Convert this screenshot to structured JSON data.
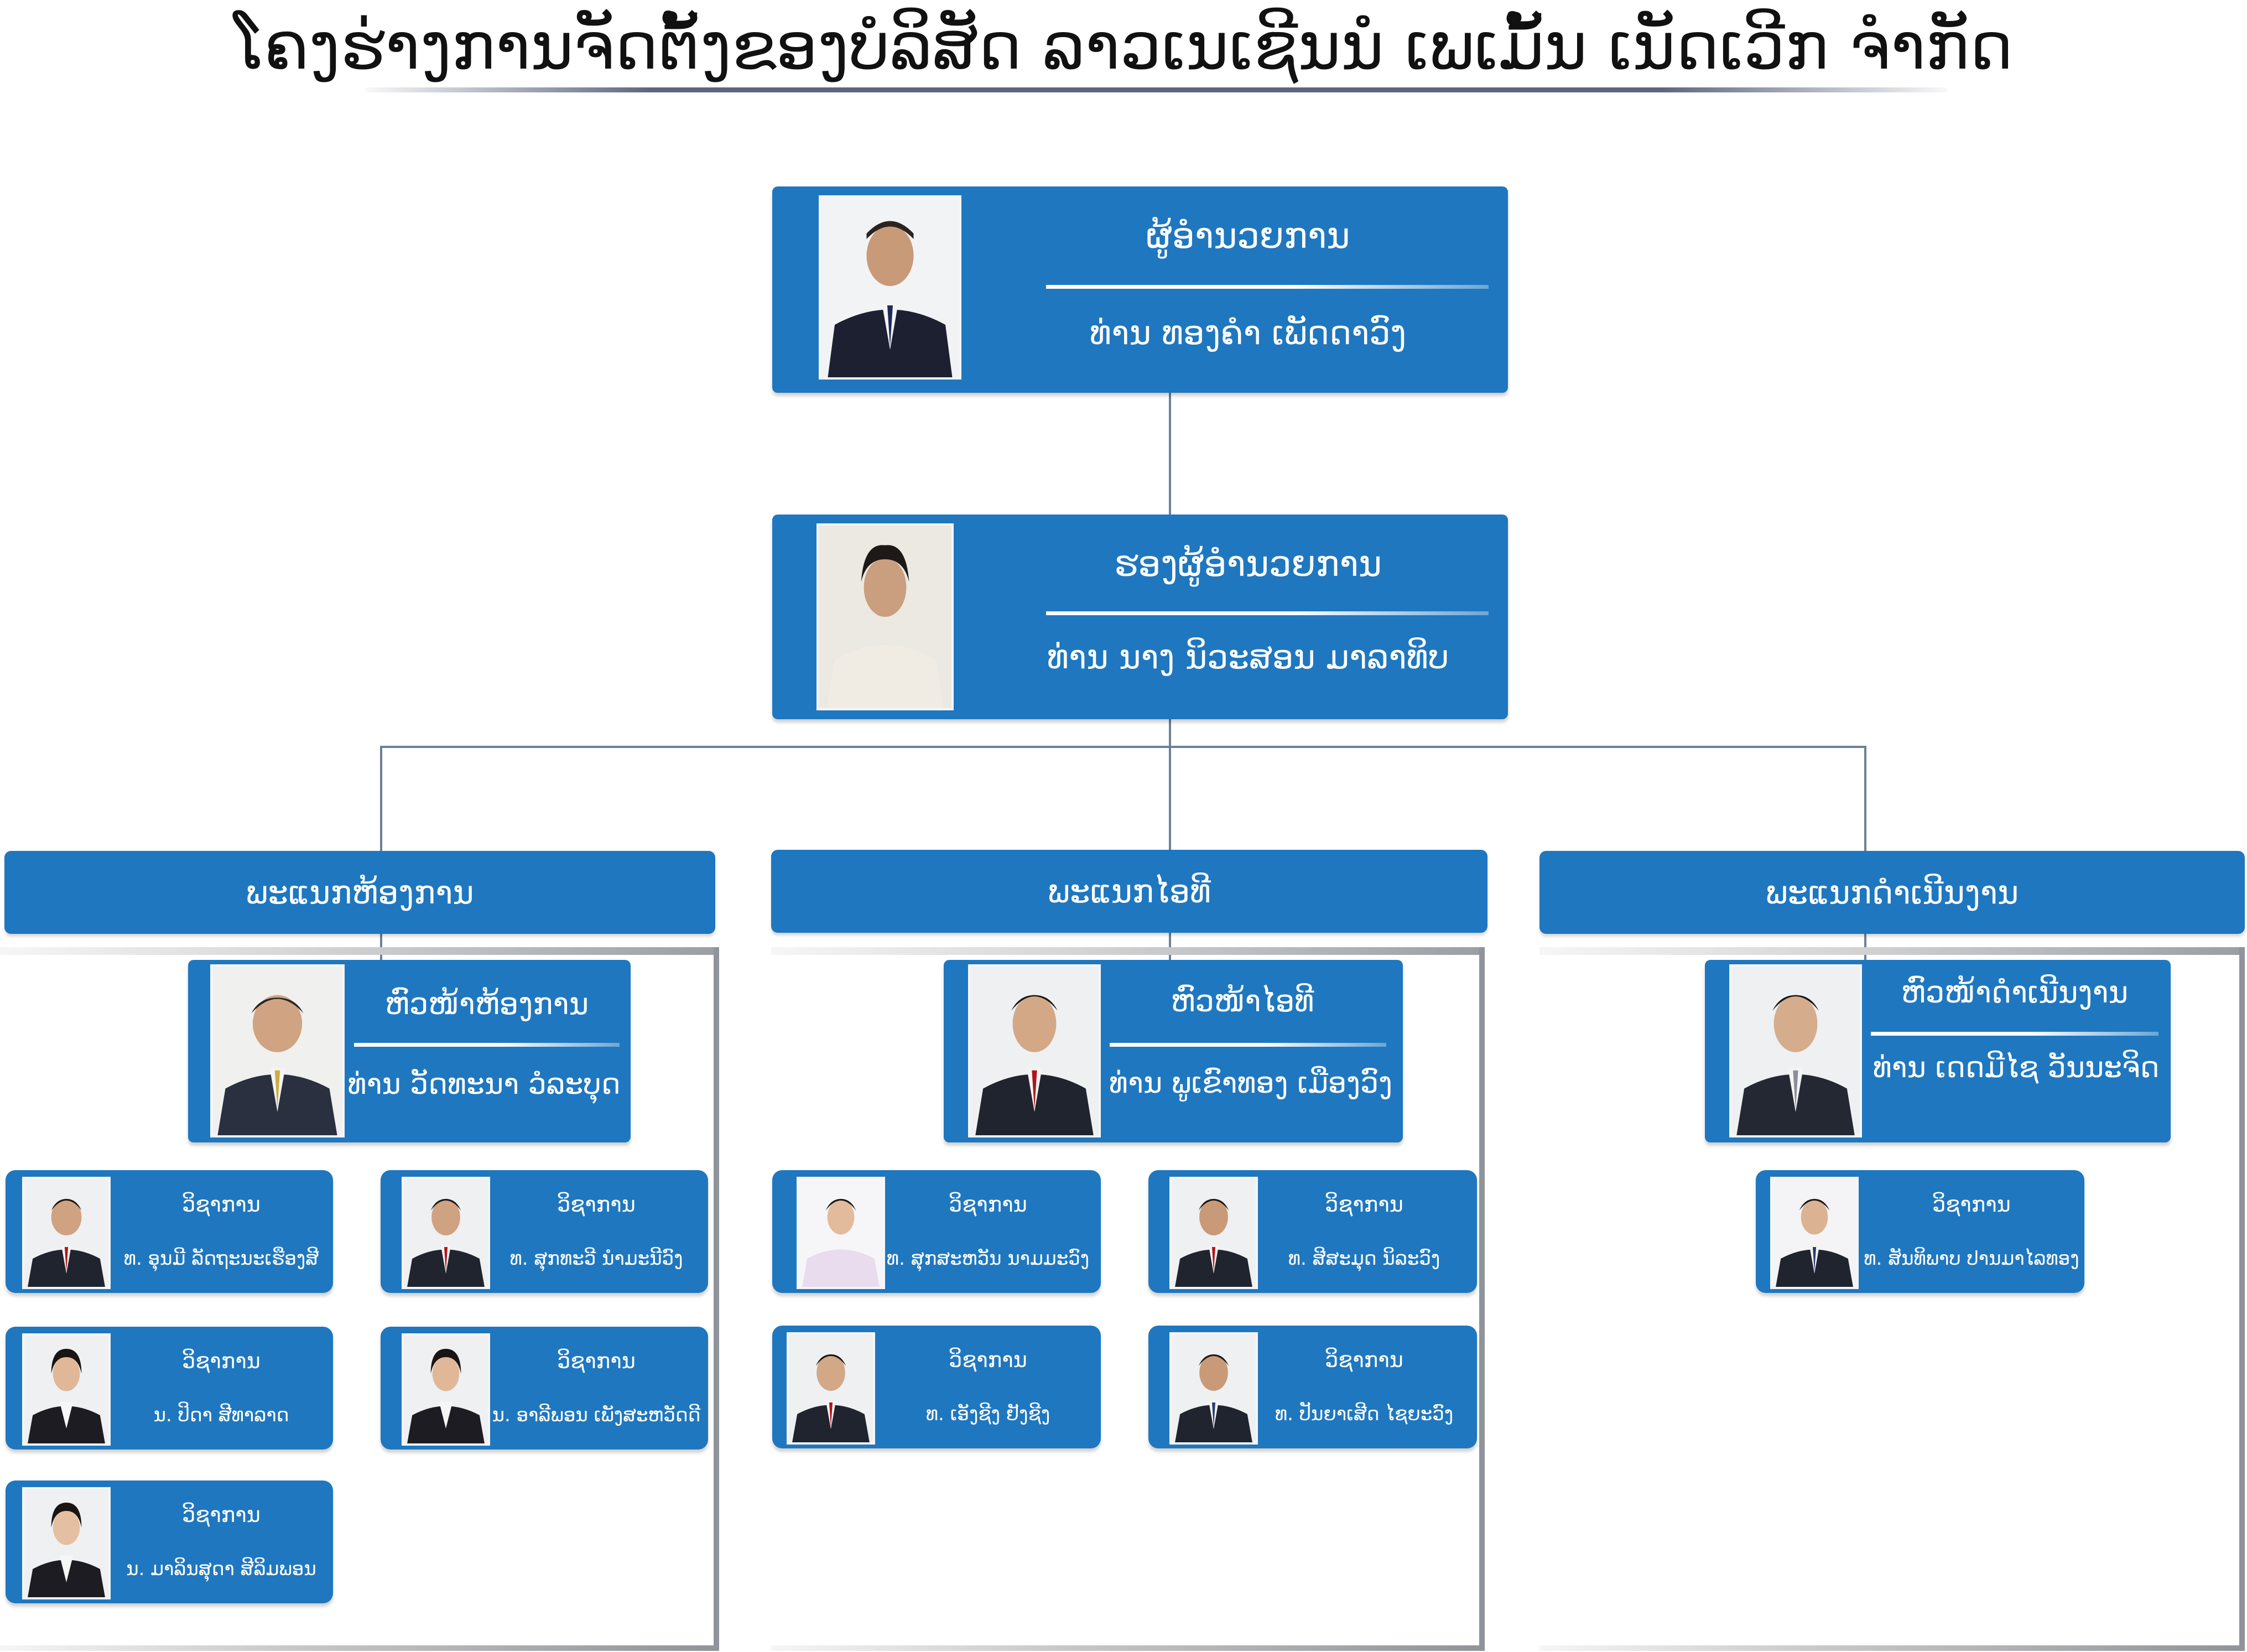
{
  "title": "ໂຄງຮ່າງການຈັດຕັ້ງຂອງບໍລິສັດ ລາວເນເຊີນນໍ ເພເມັ້ນ ເນັດເວີກ ຈຳກັດ",
  "director": {
    "role": "ຜູ້ອຳນວຍການ",
    "name": "ທ່ານ ທອງຄຳ ເພັດດາວົງ"
  },
  "deputy": {
    "role": "ຮອງຜູ້ອຳນວຍການ",
    "name": "ທ່ານ ນາງ ນິວະສອນ ມາລາທິບ"
  },
  "departments": [
    {
      "name": "ພະແນກຫ້ອງການ",
      "head": {
        "role": "ຫົວໜ້າຫ້ອງການ",
        "name": "ທ່ານ ວັດທະນາ ວໍລະບຸດ"
      },
      "staff": [
        {
          "role": "ວິຊາການ",
          "name": "ທ. ອຸນມີ ລັດຖະນະເຮືອງສີ"
        },
        {
          "role": "ວິຊາການ",
          "name": "ທ. ສຸກທະວີ ນຳມະນີວົງ"
        },
        {
          "role": "ວິຊາການ",
          "name": "ນ. ປິດາ ສີທາລາດ"
        },
        {
          "role": "ວິຊາການ",
          "name": "ນ. ອາລີພອນ ເພັງສະຫວັດດີ"
        },
        {
          "role": "ວິຊາການ",
          "name": "ນ. ມາລິນສຸດາ ສີລິມພອນ"
        }
      ]
    },
    {
      "name": "ພະແນກໄອທີ",
      "head": {
        "role": "ຫົວໜ້າໄອທີ",
        "name": "ທ່ານ ພູເຂົາທອງ ເມືອງວົງ"
      },
      "staff": [
        {
          "role": "ວິຊາການ",
          "name": "ທ. ສຸກສະຫວັນ ນາມມະວົງ"
        },
        {
          "role": "ວິຊາການ",
          "name": "ທ. ສີສະມຸດ ນິລະວົງ"
        },
        {
          "role": "ວິຊາການ",
          "name": "ທ. ເອັງຊີງ ຢັງຊີງ"
        },
        {
          "role": "ວິຊາການ",
          "name": "ທ. ປັນຍາເສີດ ໄຊຍະວົງ"
        }
      ]
    },
    {
      "name": "ພະແນກດຳເນີນງານ",
      "head": {
        "role": "ຫົວໜ້າດຳເນີນງານ",
        "name": "ທ່ານ ເດດມີໄຊ ວັນນະຈິດ"
      },
      "staff": [
        {
          "role": "ວິຊາການ",
          "name": "ທ. ສັນທິພາບ ປານມາໄລທອງ"
        }
      ]
    }
  ]
}
